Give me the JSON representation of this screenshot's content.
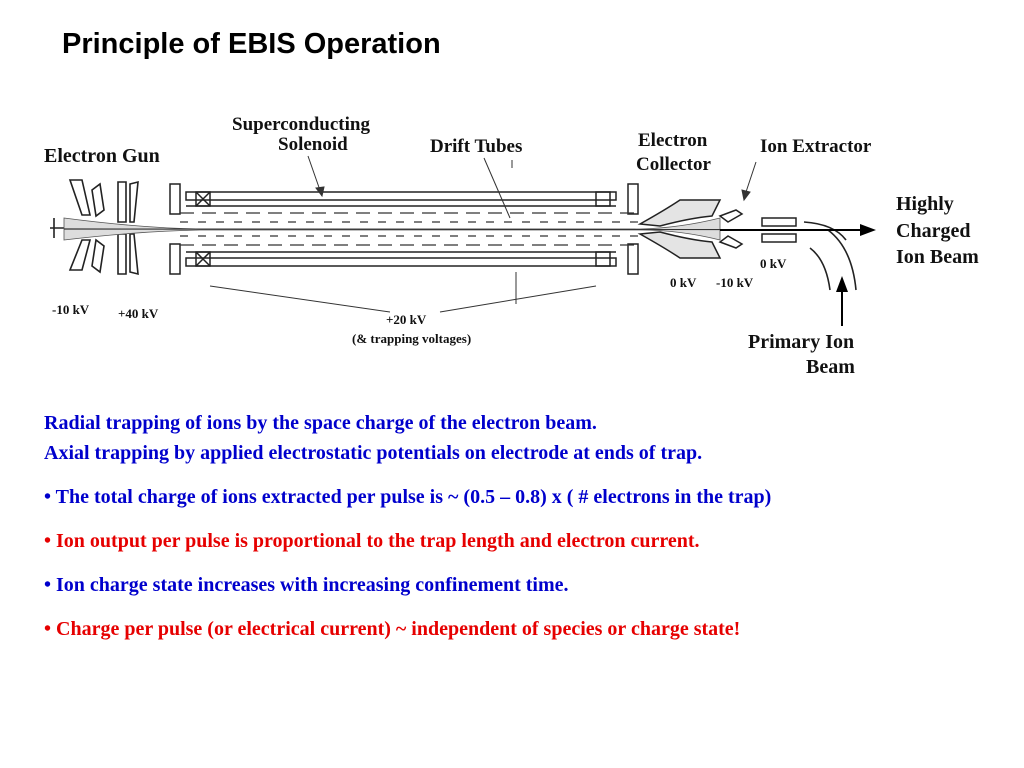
{
  "title": "Principle of EBIS Operation",
  "diagram": {
    "labels": {
      "electron_gun": "Electron Gun",
      "solenoid_line1": "Superconducting",
      "solenoid_line2": "Solenoid",
      "drift_tubes": "Drift Tubes",
      "collector_line1": "Electron",
      "collector_line2": "Collector",
      "ion_extractor": "Ion Extractor",
      "beam_line1": "Highly",
      "beam_line2": "Charged",
      "beam_line3": "Ion Beam",
      "primary_line1": "Primary Ion",
      "primary_line2": "Beam"
    },
    "voltages": {
      "gun_cathode": "-10 kV",
      "gun_anode": "+40 kV",
      "drift": "+20 kV",
      "drift_note": "(& trapping voltages)",
      "collector": "0 kV",
      "extractor": "-10 kV",
      "bender": "0 kV"
    }
  },
  "statements": [
    {
      "text": "Radial trapping of ions by the space charge of the electron beam.",
      "color": "#0000cc"
    },
    {
      "text": "Axial trapping by applied electrostatic potentials on electrode at ends of trap.",
      "color": "#0000cc"
    },
    {
      "text": "• The total charge of ions extracted per pulse is ~ (0.5 – 0.8) x ( # electrons in the trap)",
      "color": "#0000cc"
    },
    {
      "text": "• Ion output per pulse is proportional to the trap length and electron current.",
      "color": "#e60000"
    },
    {
      "text": "• Ion charge state increases with increasing confinement time.",
      "color": "#0000cc"
    },
    {
      "text": "• Charge per pulse (or electrical current) ~ independent of species or charge state!",
      "color": "#e60000"
    }
  ]
}
